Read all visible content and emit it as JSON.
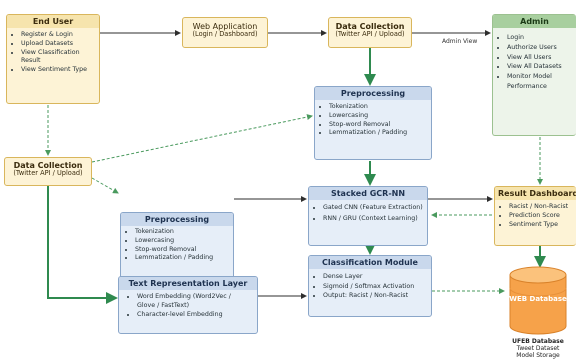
{
  "end_user": {
    "title": "End User",
    "items": [
      "Register & Login",
      "Upload Datasets",
      "View Classification Result",
      "View Sentiment Type"
    ]
  },
  "web_app": {
    "title": "Web Application",
    "subtitle": "(Login / Dashboard)"
  },
  "data_collection_top": {
    "title": "Data Collection",
    "subtitle": "(Twitter API / Upload)"
  },
  "admin": {
    "title": "Admin",
    "items": [
      "Login",
      "Authorize Users",
      "View All Users",
      "View All Datasets",
      "Monitor Model Performance"
    ]
  },
  "admin_view_label": "Admin View",
  "preprocessing_top": {
    "title": "Preprocessing",
    "items": [
      "Tokenization",
      "Lowercasing",
      "Stop-word Removal",
      "Lemmatization / Padding"
    ]
  },
  "data_collection_left": {
    "title": "Data Collection",
    "subtitle": "(Twitter API / Upload)"
  },
  "preprocessing_left": {
    "title": "Preprocessing",
    "items": [
      "Tokenization",
      "Lowercasing",
      "Stop-word Removal",
      "Lemmatization / Padding"
    ]
  },
  "stacked": {
    "title": "Stacked GCR-NN",
    "items": [
      "Gated CNN (Feature Extraction)",
      "RNN / GRU (Context Learning)"
    ]
  },
  "result_dashboard": {
    "title": "Result Dashboard",
    "items": [
      "Racist / Non-Racist",
      "Prediction Score",
      "Sentiment Type"
    ]
  },
  "classification": {
    "title": "Classification Module",
    "items": [
      "Dense Layer",
      "Sigmoid / Softmax Activation",
      "Output: Racist / Non-Racist"
    ]
  },
  "text_repr": {
    "title": "Text Representation Layer",
    "items": [
      "Word Embedding (Word2Vec / Glove / FastText)",
      "Character-level Embedding"
    ]
  },
  "database": {
    "label": "WEB Database",
    "caption": [
      "UFEB Database",
      "Tweet Dataset",
      "Model Storage"
    ]
  },
  "colors": {
    "solid_arrow": "#2e2e2e",
    "green_arrow": "#2f8a4f",
    "dashed_arrow": "#4a9a5e",
    "db_fill": "#f6a24a"
  }
}
